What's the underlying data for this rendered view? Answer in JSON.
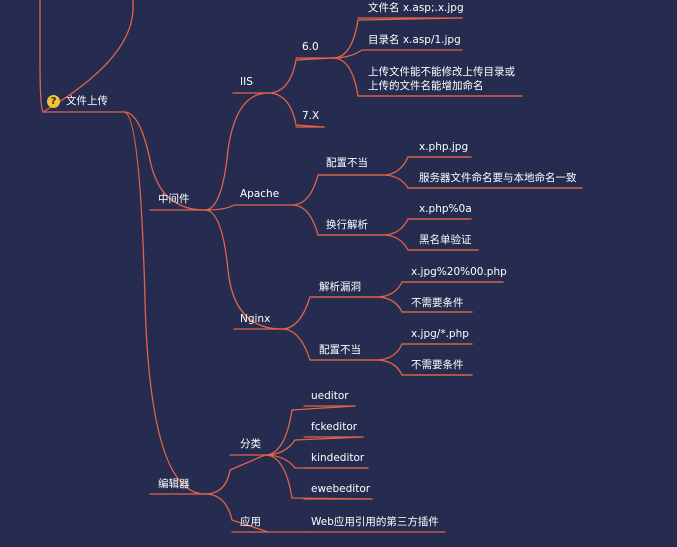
{
  "colors": {
    "background": "#252c4f",
    "line": "#e2634a",
    "text": "#ffffff",
    "icon": "#f2c23a"
  },
  "root": {
    "label": "文件上传",
    "icon": "question-icon"
  },
  "middleware": {
    "label": "中间件",
    "iis": {
      "label": "IIS",
      "v6": {
        "label": "6.0",
        "items": [
          "文件名 x.asp;.x.jpg",
          "目录名 x.asp/1.jpg",
          "上传文件能不能修改上传目录或上传的文件名能增加命名"
        ]
      },
      "v7": {
        "label": "7.X"
      }
    },
    "apache": {
      "label": "Apache",
      "misconfig": {
        "label": "配置不当",
        "items": [
          "x.php.jpg",
          "服务器文件命名要与本地命名一致"
        ]
      },
      "newline": {
        "label": "换行解析",
        "items": [
          "x.php%0a",
          "黑名单验证"
        ]
      }
    },
    "nginx": {
      "label": "Nginx",
      "parse_vuln": {
        "label": "解析漏洞",
        "items": [
          "x.jpg%20%00.php",
          "不需要条件"
        ]
      },
      "misconfig": {
        "label": "配置不当",
        "items": [
          "x.jpg/*.php",
          "不需要条件"
        ]
      }
    }
  },
  "editor": {
    "label": "编辑器",
    "category": {
      "label": "分类",
      "items": [
        "ueditor",
        "fckeditor",
        "kindeditor",
        "ewebeditor"
      ]
    },
    "application": {
      "label": "应用",
      "items": [
        "Web应用引用的第三方插件"
      ]
    }
  }
}
